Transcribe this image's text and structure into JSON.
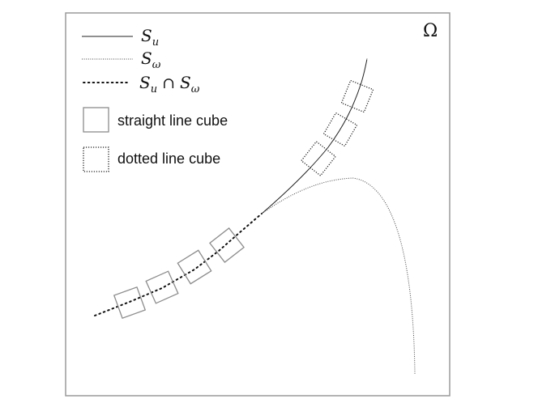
{
  "domain_label": "Ω",
  "legend": {
    "su": {
      "symbol": "S",
      "sub": "u"
    },
    "sw": {
      "symbol": "S",
      "sub": "ω"
    },
    "intersection": {
      "left": "S",
      "left_sub": "u",
      "op": "∩",
      "right": "S",
      "right_sub": "ω"
    },
    "straight_cube": "straight line cube",
    "dotted_cube": "dotted line cube"
  },
  "styles": {
    "frame_color": "#9a9a9a",
    "solid_cube_color": "#8c8c8c",
    "line_color": "#222222"
  }
}
